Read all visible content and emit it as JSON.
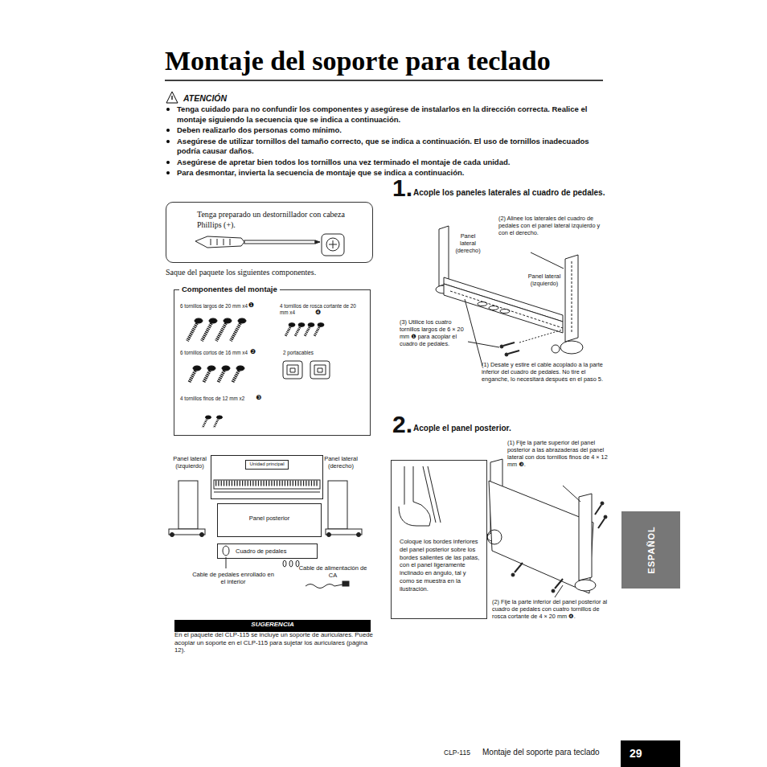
{
  "diagram": {
    "title": "Montaje del soporte para teclado",
    "nodes": [
      {
        "text": [
          "Tenga preparado un destornillador con cabeza Phillips (+)."
        ]
      },
      {
        "text": [
          "Componentes del montaje"
        ]
      },
      {
        "text": [
          "Unidad principal"
        ]
      },
      {
        "text": [
          "Panel posterior"
        ]
      },
      {
        "text": [
          "Cuadro de pedales"
        ]
      },
      {
        "text": [
          "SUGERENCIA"
        ]
      },
      {
        "text": [
          "Coloque los bordes inferiores del panel posterior sobre los bordes salientes de las patas, con el panel ligeramente inclinado en ángulo, tal y como se muestra en la ilustración."
        ]
      },
      {
        "text": [
          "ESPAÑOL"
        ]
      },
      {
        "text": [
          "29"
        ]
      }
    ],
    "labels": [
      "ATENCIÓN",
      "Tenga cuidado para no confundir los componentes y asegúrese de instalarlos en la dirección correcta. Realice el montaje siguiendo la secuencia que se indica a continuación.",
      "Deben realizarlo dos personas como mínimo.",
      "Asegúrese de utilizar tornillos del tamaño correcto, que se indica a continuación. El uso de tornillos inadecuados podría causar daños.",
      "Asegúrese de apretar bien todos los tornillos una vez terminado el montaje de cada unidad.",
      "Para desmontar, invierta la secuencia de montaje que se indica a continuación.",
      "Saque del paquete los siguientes componentes.",
      "6 tornillos largos de 20 mm x4",
      "❶",
      "4 tornillos de rosca cortante de 20 mm x4",
      "❹",
      "6 tornillos cortos de 16 mm x4",
      "❷",
      "2 portacables",
      "4 tornillos finos de 12 mm x2",
      "❸",
      "Panel lateral (izquierdo)",
      "Panel lateral (derecho)",
      "Cable de pedales enrollado en el interior",
      "Cable de alimentación de CA",
      "En el paquete del CLP-115 se incluye un soporte de auriculares. Puede acoplar un soporte en el CLP-115 para sujetar los auriculares (página 12).",
      "1.",
      "Acople los paneles laterales al cuadro de pedales.",
      "Panel lateral (derecho)",
      "(2) Alinee los laterales del cuadro de pedales con el panel lateral izquierdo y con el derecho.",
      "Panel lateral (izquierdo)",
      "(3) Utilice los cuatro tornillos largos de 6 × 20 mm ❶ para acoplar el cuadro de pedales.",
      "(1) Desate y estire el cable acoplado a la parte inferior del cuadro de pedales. No tire el enganche, lo necesitará después en el paso 5.",
      "2.",
      "Acople el panel posterior.",
      "(1) Fije la parte superior del panel posterior a las abrazaderas del panel lateral con dos tornillos finos de 4 × 12 mm ❸.",
      "(2) Fije la parte inferior del panel posterior al cuadro de pedales con cuatro tornillos de rosca cortante de 4 × 20 mm ❹.",
      "CLP-115",
      "Montaje del soporte para teclado"
    ]
  }
}
